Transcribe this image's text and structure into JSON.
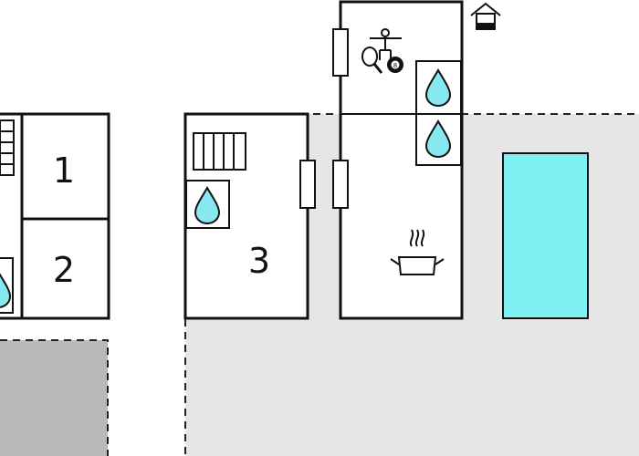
{
  "floorplan": {
    "rooms": [
      {
        "id": "room-1",
        "label": "1",
        "kind": "bedroom"
      },
      {
        "id": "room-2",
        "label": "2",
        "kind": "bedroom"
      },
      {
        "id": "room-3",
        "label": "3",
        "kind": "bedroom"
      }
    ],
    "icons": {
      "bathroom": "water-drop-icon",
      "kitchen": "cooking-pot-icon",
      "table_football": "table-football-icon",
      "table_tennis": "table-tennis-icon",
      "billiards": "billiard-ball-icon",
      "entrance": "house-entrance-icon",
      "stairs": "stairs-icon",
      "door": "door-icon"
    },
    "billiard_ball_number": "8",
    "colors": {
      "wall": "#111111",
      "terrace": "#e6e6e6",
      "carport": "#b9b9b9",
      "pool": "#7ff1f5",
      "water": "#86e9f0"
    }
  }
}
